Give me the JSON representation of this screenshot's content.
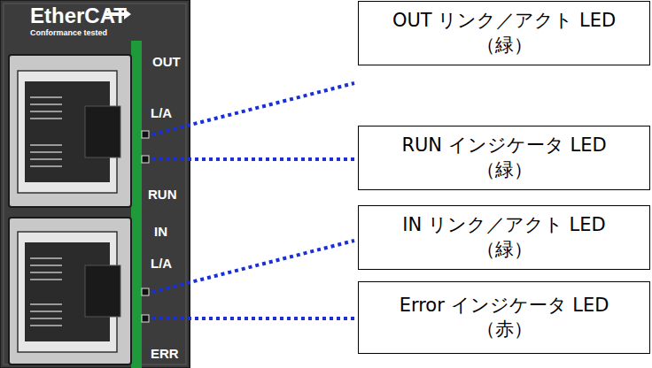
{
  "diagram": {
    "nodes": [
      {
        "text": [
          "OUT リンク／アクト LED",
          "（緑）"
        ]
      },
      {
        "text": [
          "RUN インジケータ LED",
          "（緑）"
        ]
      },
      {
        "text": [
          "IN リンク／アクト LED",
          "（緑）"
        ]
      },
      {
        "text": [
          "Error インジケータ LED",
          "（赤）"
        ]
      }
    ],
    "labels": [
      "EtherCAT",
      "Conformance tested",
      "OUT",
      "L/A",
      "RUN",
      "IN",
      "L/A",
      "ERR"
    ]
  }
}
